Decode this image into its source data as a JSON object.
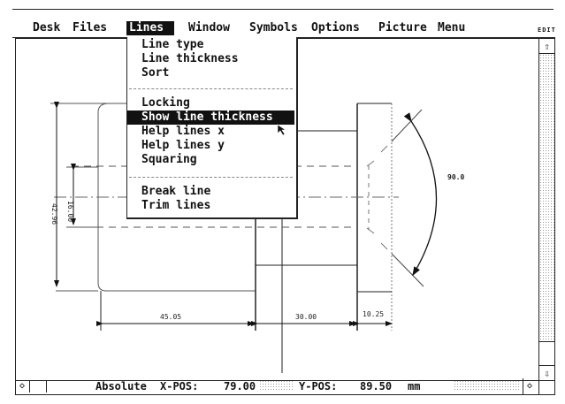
{
  "menubar": {
    "items": [
      {
        "label": "Desk",
        "active": false
      },
      {
        "label": "Files",
        "active": false
      },
      {
        "label": "Lines",
        "active": true
      },
      {
        "label": "Window",
        "active": false
      },
      {
        "label": "Symbols",
        "active": false
      },
      {
        "label": "Options",
        "active": false
      },
      {
        "label": "Picture",
        "active": false
      },
      {
        "label": "Menu",
        "active": false
      }
    ],
    "mode_label": "EDIT"
  },
  "lines_menu": {
    "groups": [
      [
        "Line type",
        "Line thickness",
        "Sort"
      ],
      [
        "Locking",
        "Show line thickness",
        "Help lines x",
        "Help lines y",
        "Squaring"
      ],
      [
        "Break line",
        "Trim lines"
      ]
    ],
    "items": {
      "line_type": "Line type",
      "line_thickness": "Line thickness",
      "sort": "Sort",
      "locking": "Locking",
      "show_line_thickness": "Show line thickness",
      "help_lines_x": "Help lines x",
      "help_lines_y": "Help lines y",
      "squaring": "Squaring",
      "break_line": "Break line",
      "trim_lines": "Trim lines"
    },
    "highlighted": "Show line thickness"
  },
  "drawing": {
    "dimensions": {
      "height_outer": "42.96",
      "height_inner": "16.00",
      "width_left": "45.05",
      "width_mid": "30.00",
      "width_right": "10.25",
      "angle": "90.0"
    }
  },
  "scrollbar": {
    "up_icon": "⇧",
    "down_icon": "⇩"
  },
  "statusbar": {
    "left_icon": "◇",
    "mode": "Absolute",
    "x_label": "X-POS:",
    "x_value": "79.00",
    "y_label": "Y-POS:",
    "y_value": "89.50",
    "unit": "mm",
    "right_icon": "◇"
  }
}
